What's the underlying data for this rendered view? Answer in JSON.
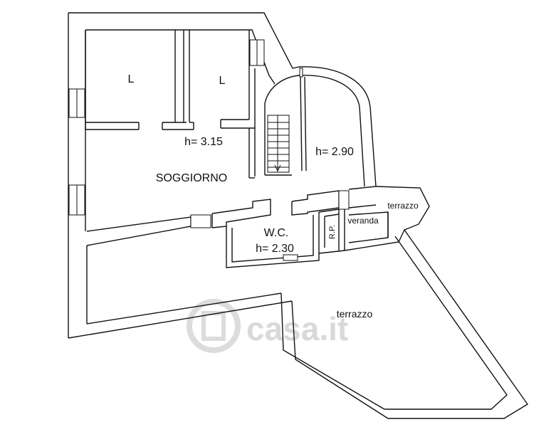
{
  "plan": {
    "rooms": {
      "bedroom_left": "L",
      "bedroom_right": "L",
      "height_bedrooms": "h= 3.15",
      "living_room": "SOGGIORNO",
      "height_stair_hall": "h= 2.90",
      "bathroom": "W.C.",
      "height_bathroom": "h= 2.30",
      "storage": "R.P.",
      "veranda": "veranda",
      "small_terrace": "terrazzo",
      "large_terrace": "terrazzo"
    },
    "watermark": "casa.it",
    "colors": {
      "line": "#111111",
      "background": "#ffffff",
      "watermark": "#d9d9d9"
    }
  }
}
